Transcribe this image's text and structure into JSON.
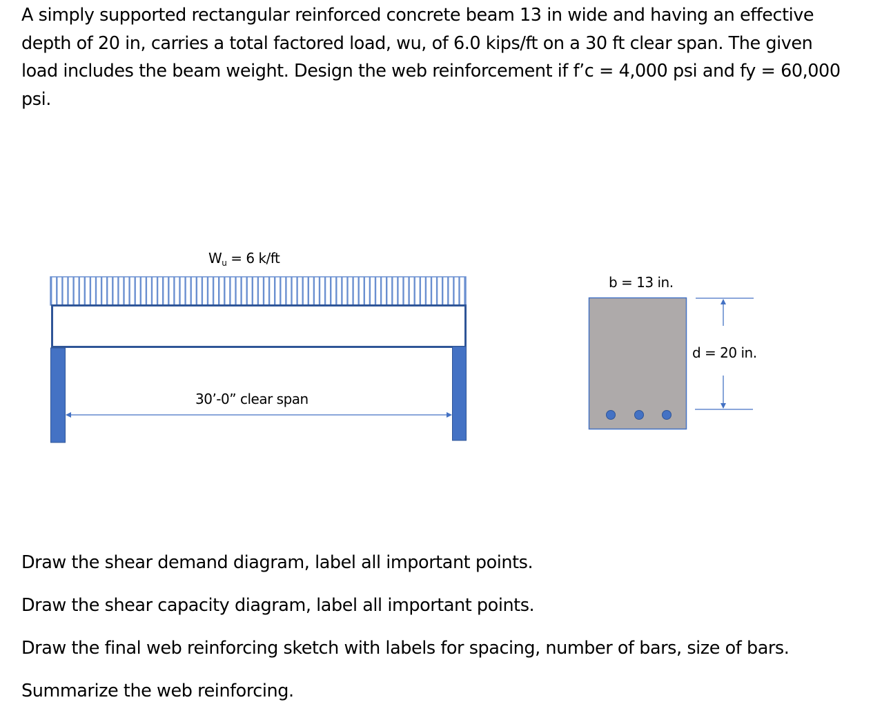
{
  "problem": {
    "lines": [
      "A simply supported rectangular reinforced concrete beam 13 in wide and having an effective",
      "depth of 20 in, carries a total factored load, wu, of 6.0 kips/ft on a 30 ft clear span.  The given",
      "load includes the beam weight.  Design the web reinforcement if f’c = 4,000 psi and fy = 60,000",
      "psi."
    ]
  },
  "beam_elevation": {
    "load_label_main": "W",
    "load_label_sub": "u",
    "load_label_rest": " = 6 k/ft",
    "span_label": "30’-0” clear span",
    "colors": {
      "support": "#4472c4",
      "beam_border": "#2f5597",
      "hatch": "#4472c4",
      "dimension_line": "#4472c4"
    }
  },
  "cross_section": {
    "width_label": "b = 13 in.",
    "depth_label": "d = 20 in.",
    "bar_count": 3,
    "colors": {
      "concrete": "#aeaaaa",
      "border": "#4472c4",
      "rebar": "#4472c4"
    }
  },
  "tasks": [
    "Draw the shear demand diagram, label all important points.",
    "Draw the shear capacity diagram, label all important points.",
    "Draw the final web reinforcing sketch with labels for spacing, number of bars, size of bars.",
    "Summarize the web reinforcing."
  ]
}
